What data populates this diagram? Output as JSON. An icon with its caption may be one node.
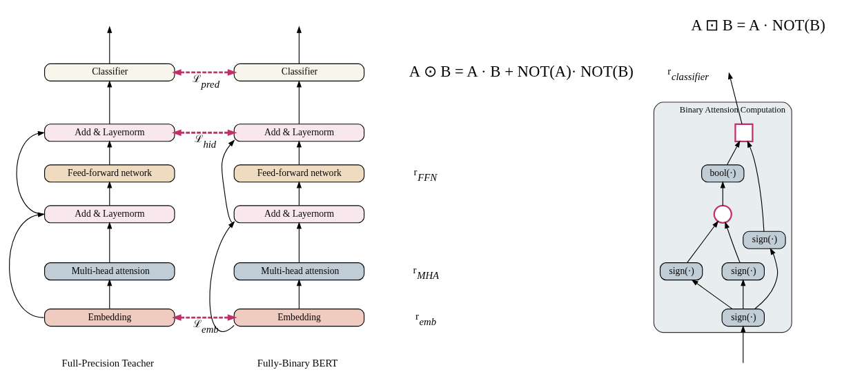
{
  "diagram": {
    "nodes": [
      {
        "text": [
          "Classifier"
        ]
      },
      {
        "text": [
          "Add & Layernorm"
        ]
      },
      {
        "text": [
          "Feed-forward network"
        ]
      },
      {
        "text": [
          "Add & Layernorm"
        ]
      },
      {
        "text": [
          "Multi-head attension"
        ]
      },
      {
        "text": [
          "Embedding"
        ]
      },
      {
        "text": [
          "Classifier"
        ]
      },
      {
        "text": [
          "Add & Layernorm"
        ]
      },
      {
        "text": [
          "Feed-forward network"
        ]
      },
      {
        "text": [
          "Add & Layernorm"
        ]
      },
      {
        "text": [
          "Multi-head attension"
        ]
      },
      {
        "text": [
          "Embedding"
        ]
      },
      {
        "text": [
          "Binary Attension Computation"
        ]
      },
      {
        "text": [],
        "shape": "box",
        "in": 12
      },
      {
        "text": [
          "bool(·)"
        ],
        "in": 12
      },
      {
        "text": [],
        "shape": "circle",
        "in": 12
      },
      {
        "text": [
          "sign(·)"
        ],
        "in": 12
      },
      {
        "text": [
          "sign(·)"
        ],
        "in": 12
      },
      {
        "text": [
          "sign(·)"
        ],
        "in": 12
      },
      {
        "text": [
          "sign(·)"
        ],
        "in": 12
      }
    ],
    "edges": [
      {
        "from": 5,
        "to": 4,
        "arrow": "to"
      },
      {
        "from": 4,
        "to": 3,
        "arrow": "to"
      },
      {
        "from": 5,
        "to": 3,
        "arrow": "to"
      },
      {
        "from": 3,
        "to": 2,
        "arrow": "to"
      },
      {
        "from": 2,
        "to": 1,
        "arrow": "to"
      },
      {
        "from": 3,
        "to": 1,
        "arrow": "to"
      },
      {
        "from": 1,
        "to": 0,
        "arrow": "to"
      },
      {
        "from": 0,
        "to": null,
        "arrow": "to"
      },
      {
        "from": 11,
        "to": 10,
        "arrow": "to"
      },
      {
        "from": 10,
        "to": 9,
        "arrow": "to"
      },
      {
        "from": 11,
        "to": 9,
        "arrow": "to"
      },
      {
        "from": 9,
        "to": 8,
        "arrow": "to"
      },
      {
        "from": 8,
        "to": 7,
        "arrow": "to"
      },
      {
        "from": 9,
        "to": 7,
        "arrow": "to"
      },
      {
        "from": 7,
        "to": 6,
        "arrow": "to"
      },
      {
        "from": 6,
        "to": null,
        "arrow": "to"
      },
      {
        "from": 0,
        "to": 6,
        "arrow": "both",
        "style": "dashed",
        "color": "#c0306a",
        "label": "ℒ$_{pred}$"
      },
      {
        "from": 1,
        "to": 7,
        "arrow": "both",
        "style": "dashed",
        "color": "#c0306a",
        "label": "ℒ$_{hid}$"
      },
      {
        "from": 5,
        "to": 11,
        "arrow": "both",
        "style": "dashed",
        "color": "#c0306a",
        "label": "ℒ$_{emb}$"
      },
      {
        "from": null,
        "to": 19,
        "arrow": "to"
      },
      {
        "from": 19,
        "to": 16,
        "arrow": "to"
      },
      {
        "from": 19,
        "to": 17,
        "arrow": "to"
      },
      {
        "from": 19,
        "to": 18,
        "arrow": "to"
      },
      {
        "from": 16,
        "to": 15,
        "arrow": "to"
      },
      {
        "from": 17,
        "to": 15,
        "arrow": "to"
      },
      {
        "from": 15,
        "to": 14,
        "arrow": "to"
      },
      {
        "from": 14,
        "to": 13,
        "arrow": "to"
      },
      {
        "from": 18,
        "to": 13,
        "arrow": "to"
      },
      {
        "from": 13,
        "to": null,
        "arrow": "to"
      }
    ],
    "labels": [
      "A ⊡ B = A · NOT(B)",
      "r$_{classifier}$",
      "A ⊙ B = A · B + NOT(A)· NOT(B)",
      "r$_{FFN}$",
      "r$_{MHA}$",
      "r$_{emb}$",
      "Full-Precision Teacher",
      "Fully-Binary BERT"
    ]
  }
}
